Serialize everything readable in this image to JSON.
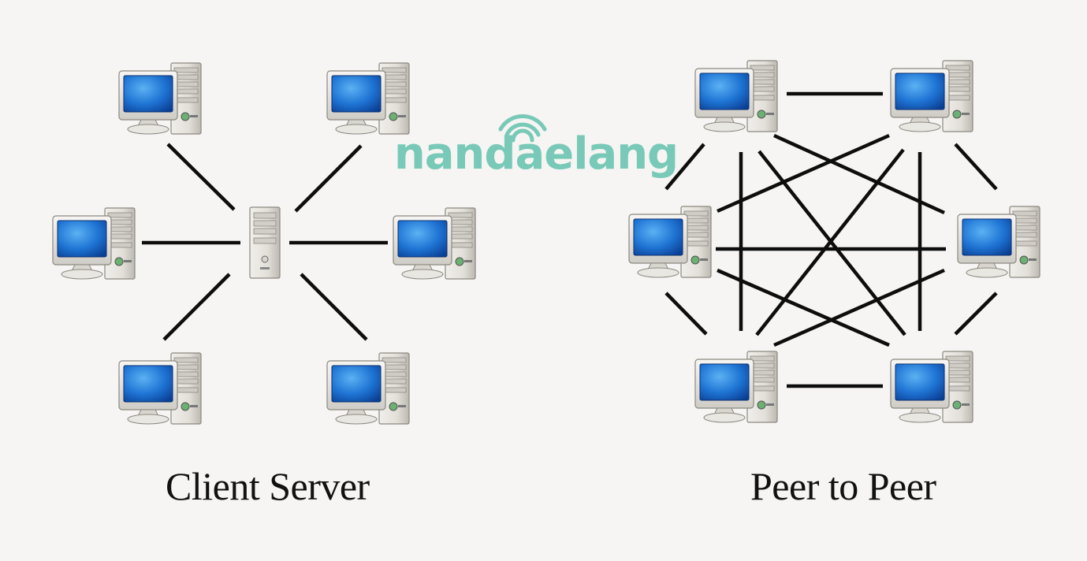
{
  "watermark": {
    "text": "nandaelang",
    "color": "#78c9b7"
  },
  "left_diagram": {
    "caption": "Client Server",
    "server": "server",
    "clients": [
      "client-1",
      "client-2",
      "client-3",
      "client-4",
      "client-5",
      "client-6"
    ],
    "links": [
      [
        "server",
        "client-1"
      ],
      [
        "server",
        "client-2"
      ],
      [
        "server",
        "client-3"
      ],
      [
        "server",
        "client-4"
      ],
      [
        "server",
        "client-5"
      ],
      [
        "server",
        "client-6"
      ]
    ]
  },
  "right_diagram": {
    "caption": "Peer to Peer",
    "peers": [
      "peer-1",
      "peer-2",
      "peer-3",
      "peer-4",
      "peer-5",
      "peer-6"
    ],
    "links": [
      [
        "peer-1",
        "peer-2"
      ],
      [
        "peer-5",
        "peer-6"
      ],
      [
        "peer-1",
        "peer-3"
      ],
      [
        "peer-2",
        "peer-4"
      ],
      [
        "peer-3",
        "peer-5"
      ],
      [
        "peer-4",
        "peer-6"
      ],
      [
        "peer-3",
        "peer-4"
      ],
      [
        "peer-1",
        "peer-5"
      ],
      [
        "peer-2",
        "peer-6"
      ],
      [
        "peer-2",
        "peer-3"
      ],
      [
        "peer-1",
        "peer-4"
      ],
      [
        "peer-3",
        "peer-6"
      ],
      [
        "peer-4",
        "peer-5"
      ],
      [
        "peer-1",
        "peer-6"
      ],
      [
        "peer-2",
        "peer-5"
      ]
    ]
  },
  "colors": {
    "line": "#0d0d0d",
    "screen": "#1565c8",
    "screen_highlight": "#52a8f0",
    "case": "#e4e1dc",
    "case_shade": "#b9b5ae",
    "led": "#4d9a5a"
  },
  "icons": {
    "computer": "desktop-computer-icon",
    "server": "server-tower-icon",
    "watermark_mark": "wifi-signal-icon"
  }
}
